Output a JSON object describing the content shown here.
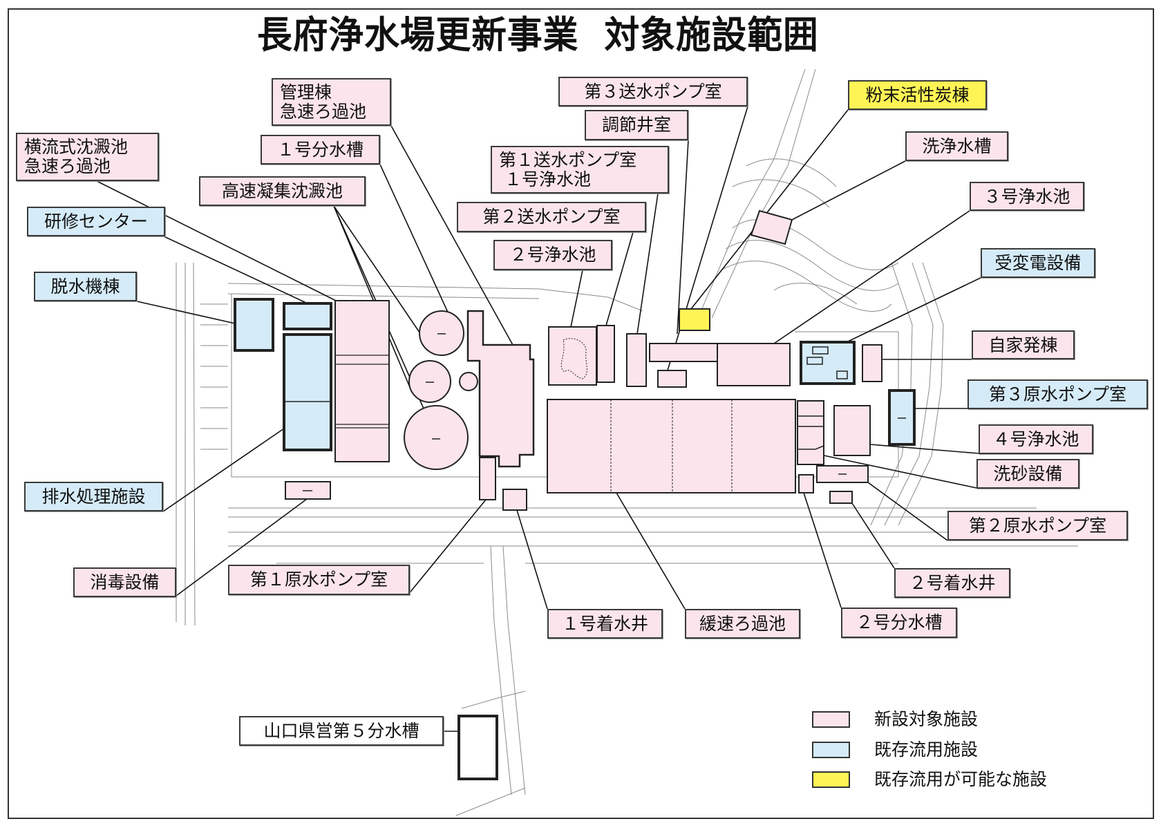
{
  "title": "長府浄水場更新事業  対象施設範囲",
  "colors": {
    "new": "#fbe4ec",
    "existing": "#d5ebf8",
    "possible": "#fff455",
    "outline": "#222222"
  },
  "legend": [
    {
      "category": "new",
      "label": "新設対象施設"
    },
    {
      "category": "existing",
      "label": "既存流用施設"
    },
    {
      "category": "possible",
      "label": "既存流用が可能な施設"
    }
  ],
  "labels": {
    "horizontal_sedimentation": {
      "text": "横流式沈澱池\n急速ろ過池",
      "category": "new"
    },
    "admin_building": {
      "text": "管理棟\n急速ろ過池",
      "category": "new"
    },
    "distribution_tank_1": {
      "text": "１号分水槽",
      "category": "new"
    },
    "high_speed_sedimentation": {
      "text": "高速凝集沈澱池",
      "category": "new"
    },
    "training_center": {
      "text": "研修センター",
      "category": "existing"
    },
    "dewatering_building": {
      "text": "脱水機棟",
      "category": "existing"
    },
    "wastewater_treatment": {
      "text": "排水処理施設",
      "category": "existing"
    },
    "disinfection": {
      "text": "消毒設備",
      "category": "new"
    },
    "raw_pump_1": {
      "text": "第１原水ポンプ室",
      "category": "new"
    },
    "receiving_well_1": {
      "text": "１号着水井",
      "category": "new"
    },
    "slow_filter": {
      "text": "緩速ろ過池",
      "category": "new"
    },
    "distribution_tank_2": {
      "text": "２号分水槽",
      "category": "new"
    },
    "receiving_well_2": {
      "text": "２号着水井",
      "category": "new"
    },
    "raw_pump_2": {
      "text": "第２原水ポンプ室",
      "category": "new"
    },
    "sand_washing": {
      "text": "洗砂設備",
      "category": "new"
    },
    "clearwell_4": {
      "text": "４号浄水池",
      "category": "new"
    },
    "raw_pump_3": {
      "text": "第３原水ポンプ室",
      "category": "existing"
    },
    "generator_building": {
      "text": "自家発棟",
      "category": "new"
    },
    "substation": {
      "text": "受変電設備",
      "category": "existing"
    },
    "clearwell_3": {
      "text": "３号浄水池",
      "category": "new"
    },
    "wash_water_tank": {
      "text": "洗浄水槽",
      "category": "new"
    },
    "powdered_carbon": {
      "text": "粉末活性炭棟",
      "category": "possible"
    },
    "transmission_pump_3": {
      "text": "第３送水ポンプ室",
      "category": "new"
    },
    "regulating_well": {
      "text": "調節井室",
      "category": "new"
    },
    "transmission_pump_1": {
      "text": "第１送水ポンプ室\n １号浄水池",
      "category": "new"
    },
    "transmission_pump_2": {
      "text": "第２送水ポンプ室",
      "category": "new"
    },
    "clearwell_2": {
      "text": "２号浄水池",
      "category": "new"
    },
    "prefectural_tank": {
      "text": "山口県営第５分水槽",
      "category": "other"
    }
  }
}
